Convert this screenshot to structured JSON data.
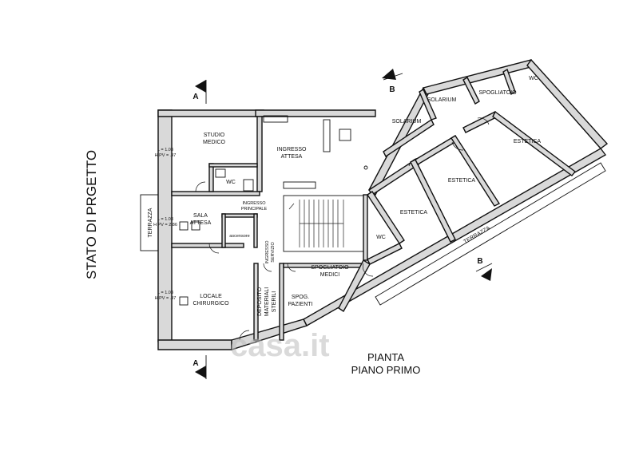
{
  "side_title": "STATO DI PRGETTO",
  "plan_title": {
    "line1": "PIANTA",
    "line2": "PIANO PRIMO"
  },
  "section_marks": [
    "A",
    "A",
    "B",
    "B"
  ],
  "rooms": {
    "studio_medico": [
      "STUDIO",
      "MEDICO"
    ],
    "ingresso_attesa": [
      "INGRESSO",
      "ATTESA"
    ],
    "wc_left": "WC",
    "sala_attesa": [
      "SALA",
      "ATTESA"
    ],
    "terrazza_left": "TERRAZZA",
    "ascensore": "ascensore",
    "ingresso_principale": [
      "INGRESSO",
      "PRINCIPALE"
    ],
    "ingresso_servizio": [
      "INGRESSO",
      "SERVIZIO"
    ],
    "locale_chirurgico": [
      "LOCALE",
      "CHIRURGICO"
    ],
    "deposito": [
      "DEPOSITO",
      "MATERIALI",
      "STERILI"
    ],
    "spog_pazienti": [
      "SPOG.",
      "PAZIENTI"
    ],
    "spogliatoio_medici": [
      "SPOGLIATOIO",
      "MEDICI"
    ],
    "wc_center": "WC",
    "estetica_1": "ESTETICA",
    "estetica_2": "ESTETICA",
    "estetica_3": "ESTETICA",
    "solarium_1": "SOLARIUM",
    "solarium_2": "SOLARIUM",
    "spogliatoio_top": "SPOGLIATOIO",
    "wc_top": "WC",
    "terrazza_right": "TERRAZZA"
  },
  "dimension_notes": {
    "l_1": [
      "L = 1.03",
      "H PV = .97"
    ],
    "l_2": [
      "L = 1.03",
      "H PV = 2.86"
    ],
    "l_3": [
      "L = 1.03",
      "H PV = .97"
    ]
  },
  "watermark": "casa.it"
}
